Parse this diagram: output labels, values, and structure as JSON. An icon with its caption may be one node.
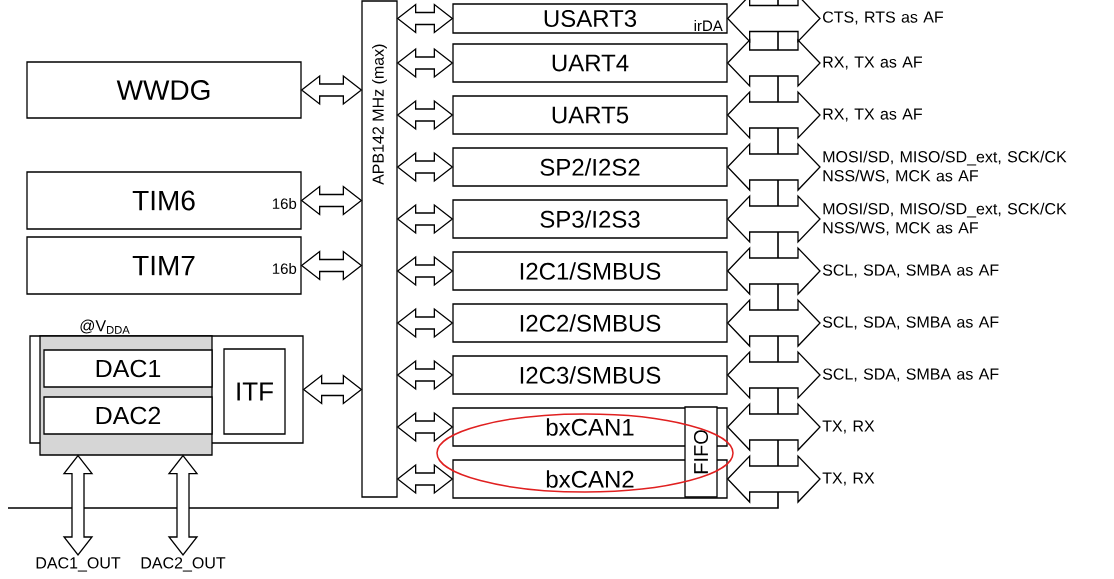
{
  "diagram": {
    "nodes": [
      {
        "text": [
          "WWDG"
        ]
      },
      {
        "text": [
          "TIM6",
          "16b"
        ]
      },
      {
        "text": [
          "TIM7",
          "16b"
        ]
      },
      {
        "text": [],
        "shape": "box"
      },
      {
        "text": [
          "@V$_{DDA}$"
        ]
      },
      {
        "text": [
          "DAC1"
        ],
        "in": 4
      },
      {
        "text": [
          "DAC2"
        ],
        "in": 4
      },
      {
        "text": [
          "ITF"
        ],
        "in": 3
      },
      {
        "text": [
          "APB142 MHz (max)"
        ]
      },
      {
        "text": [
          "USART3",
          "irDA"
        ]
      },
      {
        "text": [
          "UART4"
        ]
      },
      {
        "text": [
          "UART5"
        ]
      },
      {
        "text": [
          "SP2/I2S2"
        ]
      },
      {
        "text": [
          "SP3/I2S3"
        ]
      },
      {
        "text": [
          "I2C1/SMBUS"
        ]
      },
      {
        "text": [
          "I2C2/SMBUS"
        ]
      },
      {
        "text": [
          "I2C3/SMBUS"
        ]
      },
      {
        "text": [
          "bxCAN1"
        ]
      },
      {
        "text": [
          "bxCAN2"
        ]
      },
      {
        "text": [
          "FIFO"
        ]
      },
      {
        "text": [
          "CTS, RTS as AF"
        ]
      },
      {
        "text": [
          "RX, TX as AF"
        ]
      },
      {
        "text": [
          "RX, TX as AF"
        ]
      },
      {
        "text": [
          "MOSI/SD, MISO/SD_ext, SCK/CK NSS/WS, MCK as AF"
        ]
      },
      {
        "text": [
          "MOSI/SD, MISO/SD_ext, SCK/CK NSS/WS, MCK as AF"
        ]
      },
      {
        "text": [
          "SCL, SDA, SMBA as AF"
        ]
      },
      {
        "text": [
          "SCL, SDA, SMBA as AF"
        ]
      },
      {
        "text": [
          "SCL, SDA, SMBA as AF"
        ]
      },
      {
        "text": [
          "TX, RX"
        ]
      },
      {
        "text": [
          "TX, RX"
        ]
      },
      {
        "text": [
          "DAC1_OUT"
        ]
      },
      {
        "text": [
          "DAC2_OUT"
        ]
      }
    ],
    "edges": [
      {
        "from": 0,
        "to": 8,
        "arrow": "both"
      },
      {
        "from": 1,
        "to": 8,
        "arrow": "both"
      },
      {
        "from": 2,
        "to": 8,
        "arrow": "both"
      },
      {
        "from": 3,
        "to": 8,
        "arrow": "both"
      },
      {
        "from": 8,
        "to": 9,
        "arrow": "both"
      },
      {
        "from": 8,
        "to": 10,
        "arrow": "both"
      },
      {
        "from": 8,
        "to": 11,
        "arrow": "both"
      },
      {
        "from": 8,
        "to": 12,
        "arrow": "both"
      },
      {
        "from": 8,
        "to": 13,
        "arrow": "both"
      },
      {
        "from": 8,
        "to": 14,
        "arrow": "both"
      },
      {
        "from": 8,
        "to": 15,
        "arrow": "both"
      },
      {
        "from": 8,
        "to": 16,
        "arrow": "both"
      },
      {
        "from": 8,
        "to": 17,
        "arrow": "both"
      },
      {
        "from": 8,
        "to": 18,
        "arrow": "both"
      },
      {
        "from": 9,
        "to": 20,
        "arrow": "both"
      },
      {
        "from": 10,
        "to": 21,
        "arrow": "both"
      },
      {
        "from": 11,
        "to": 22,
        "arrow": "both"
      },
      {
        "from": 12,
        "to": 23,
        "arrow": "both"
      },
      {
        "from": 13,
        "to": 24,
        "arrow": "both"
      },
      {
        "from": 14,
        "to": 25,
        "arrow": "both"
      },
      {
        "from": 15,
        "to": 26,
        "arrow": "both"
      },
      {
        "from": 16,
        "to": 27,
        "arrow": "both"
      },
      {
        "from": 17,
        "to": 28,
        "arrow": "both"
      },
      {
        "from": 18,
        "to": 29,
        "arrow": "both"
      },
      {
        "from": 4,
        "to": 30,
        "arrow": "both"
      },
      {
        "from": 4,
        "to": 31,
        "arrow": "both"
      }
    ]
  }
}
